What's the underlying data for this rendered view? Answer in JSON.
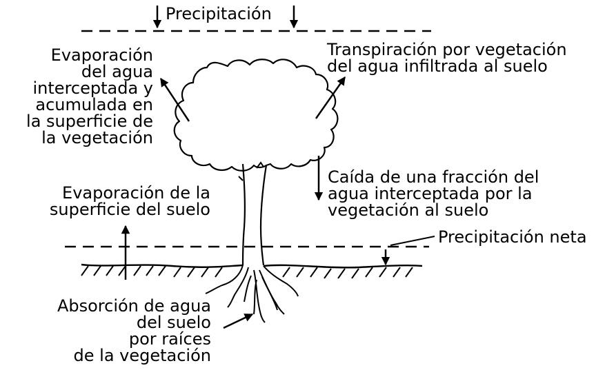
{
  "labels": {
    "precipitation": "Precipitación",
    "evap_intercepted": [
      "Evaporación",
      "del agua",
      "interceptada y",
      "acumulada en",
      "la superficie de",
      "la vegetación"
    ],
    "transpiration": [
      "Transpiración por vegetación",
      "del agua infiltrada al suelo"
    ],
    "throughfall": [
      "Caída de una fracción del",
      "agua interceptada por la",
      "vegetación al suelo"
    ],
    "evap_soil": [
      "Evaporación de la",
      "superficie del suelo"
    ],
    "net_precipitation": "Precipitación neta",
    "absorption": [
      "Absorción de agua",
      "del suelo",
      "por raíces",
      "de la vegetación"
    ]
  },
  "colors": {
    "ink": "#000000",
    "background": "#ffffff"
  }
}
